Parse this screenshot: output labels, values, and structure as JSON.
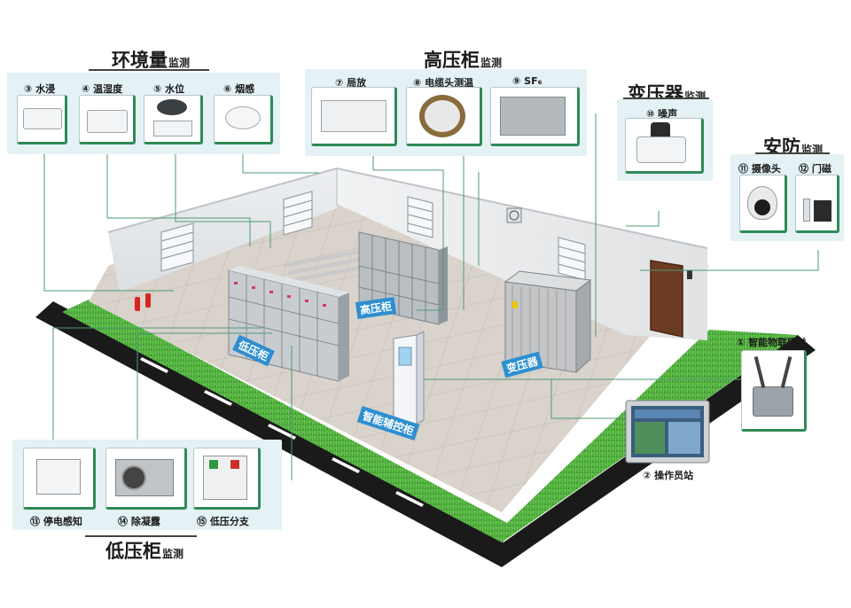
{
  "sections": {
    "env": {
      "title": "环境量",
      "suffix": "监测"
    },
    "hv": {
      "title": "高压柜",
      "suffix": "监测"
    },
    "tr": {
      "title": "变压器",
      "suffix": "监测"
    },
    "sec": {
      "title": "安防",
      "suffix": "监测"
    },
    "lv": {
      "title": "低压柜",
      "suffix": "监测"
    }
  },
  "items": {
    "water_leak": "③ 水浸",
    "temp_humidity": "④ 温湿度",
    "water_level": "⑤ 水位",
    "smoke": "⑥ 烟感",
    "partial_discharge": "⑦ 局放",
    "cable_temp": "⑧ 电缆头测温",
    "sf6": "⑨ SF₆",
    "noise": "⑩ 噪声",
    "camera": "⑪ 摄像头",
    "door_magnet": "⑫ 门磁",
    "gateway": "① 智能物联网关",
    "operator_station": "② 操作员站",
    "power_loss": "⑬ 停电感知",
    "dehumidify": "⑭ 除凝露",
    "lv_branch": "⑮ 低压分支"
  },
  "room_labels": {
    "lv_cabinet": "低压柜",
    "hv_cabinet": "高压柜",
    "transformer": "变压器",
    "aux_cabinet": "智能辅控柜"
  },
  "colors": {
    "panel_bg": "#e4f1f5",
    "card_accent": "#2f8a57",
    "connector": "#4f9a72",
    "label_bg": "#2e8fd0",
    "grass": "#4cae3a"
  }
}
